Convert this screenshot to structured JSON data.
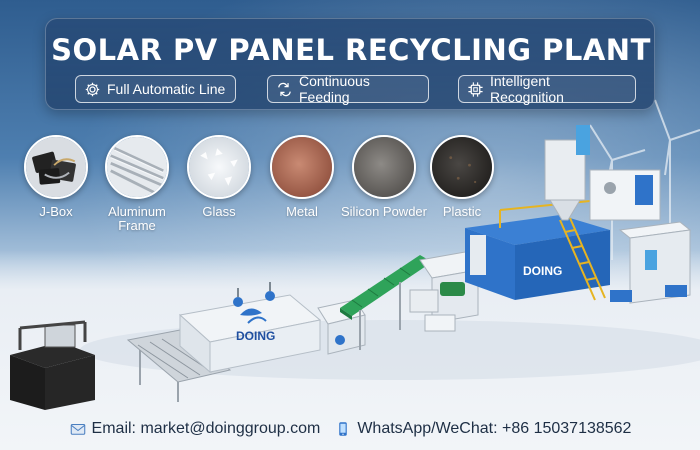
{
  "banner": {
    "title": "SOLAR PV PANEL RECYCLING PLANT",
    "features": [
      {
        "label": "Full Automatic Line",
        "icon": "gear-icon"
      },
      {
        "label": "Continuous Feeding",
        "icon": "cycle-arrows-icon"
      },
      {
        "label": "Intelligent Recognition",
        "icon": "chip-icon"
      }
    ]
  },
  "materials": [
    {
      "label": "J-Box",
      "icon": "jbox-image"
    },
    {
      "label": "Aluminum Frame",
      "icon": "aluminum-frame-image"
    },
    {
      "label": "Glass",
      "icon": "glass-image"
    },
    {
      "label": "Metal",
      "icon": "metal-powder-image"
    },
    {
      "label": "Silicon Powder",
      "icon": "silicon-powder-image"
    },
    {
      "label": "Plastic",
      "icon": "plastic-image"
    }
  ],
  "machine": {
    "brand_logo_text_left": "DOING",
    "brand_logo_text_right": "DOING"
  },
  "contact": {
    "email": "Email: market@doinggroup.com",
    "whatsapp": "WhatsApp/WeChat: +86 15037138562"
  },
  "colors": {
    "banner_bg": "#284b78",
    "machine_blue": "#2f73c9",
    "conveyor_green": "#2fa35a",
    "rail_yellow": "#e6b422"
  }
}
